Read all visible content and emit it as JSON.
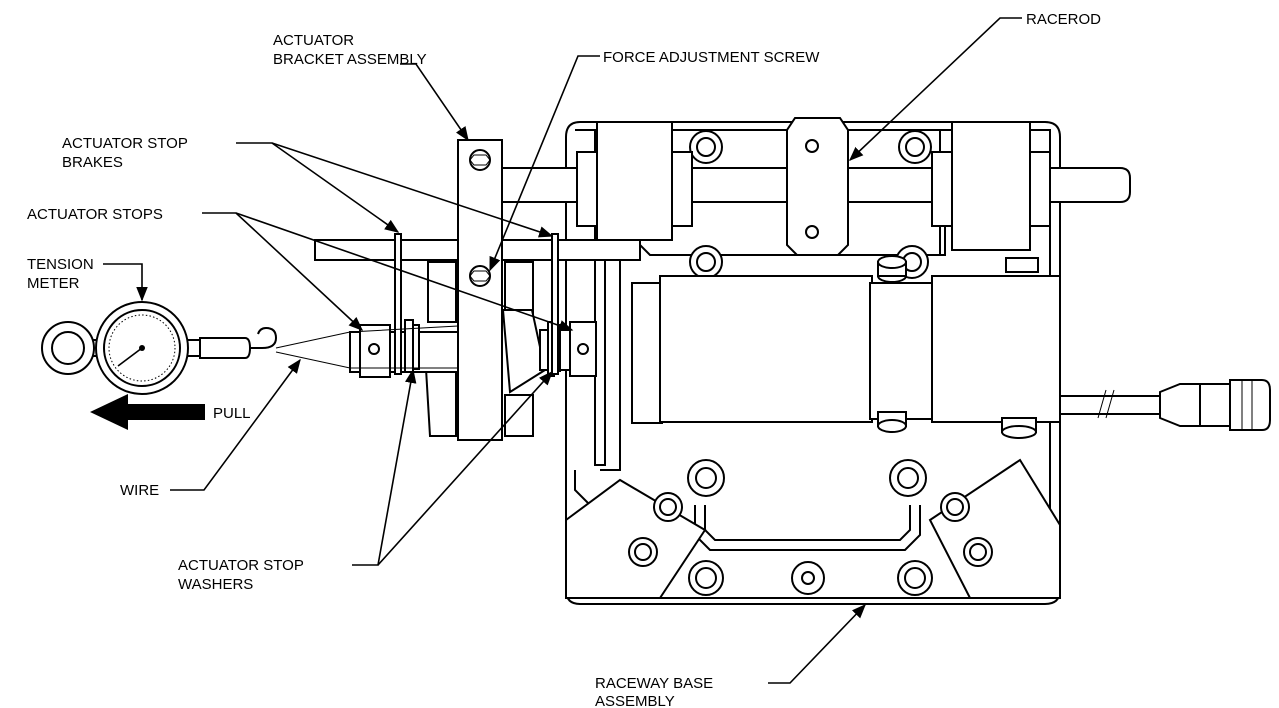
{
  "labels": {
    "actuator_bracket_l1": "ACTUATOR",
    "actuator_bracket_l2": "BRACKET ASSEMBLY",
    "force_adjustment_screw": "FORCE ADJUSTMENT SCREW",
    "racerod": "RACEROD",
    "actuator_stop_brakes_l1": "ACTUATOR STOP",
    "actuator_stop_brakes_l2": "BRAKES",
    "actuator_stops": "ACTUATOR STOPS",
    "tension_meter_l1": "TENSION",
    "tension_meter_l2": "METER",
    "pull": "PULL",
    "wire": "WIRE",
    "actuator_stop_washers_l1": "ACTUATOR STOP",
    "actuator_stop_washers_l2": "WASHERS",
    "raceway_base_l1": "RACEWAY BASE",
    "raceway_base_l2": "ASSEMBLY"
  }
}
